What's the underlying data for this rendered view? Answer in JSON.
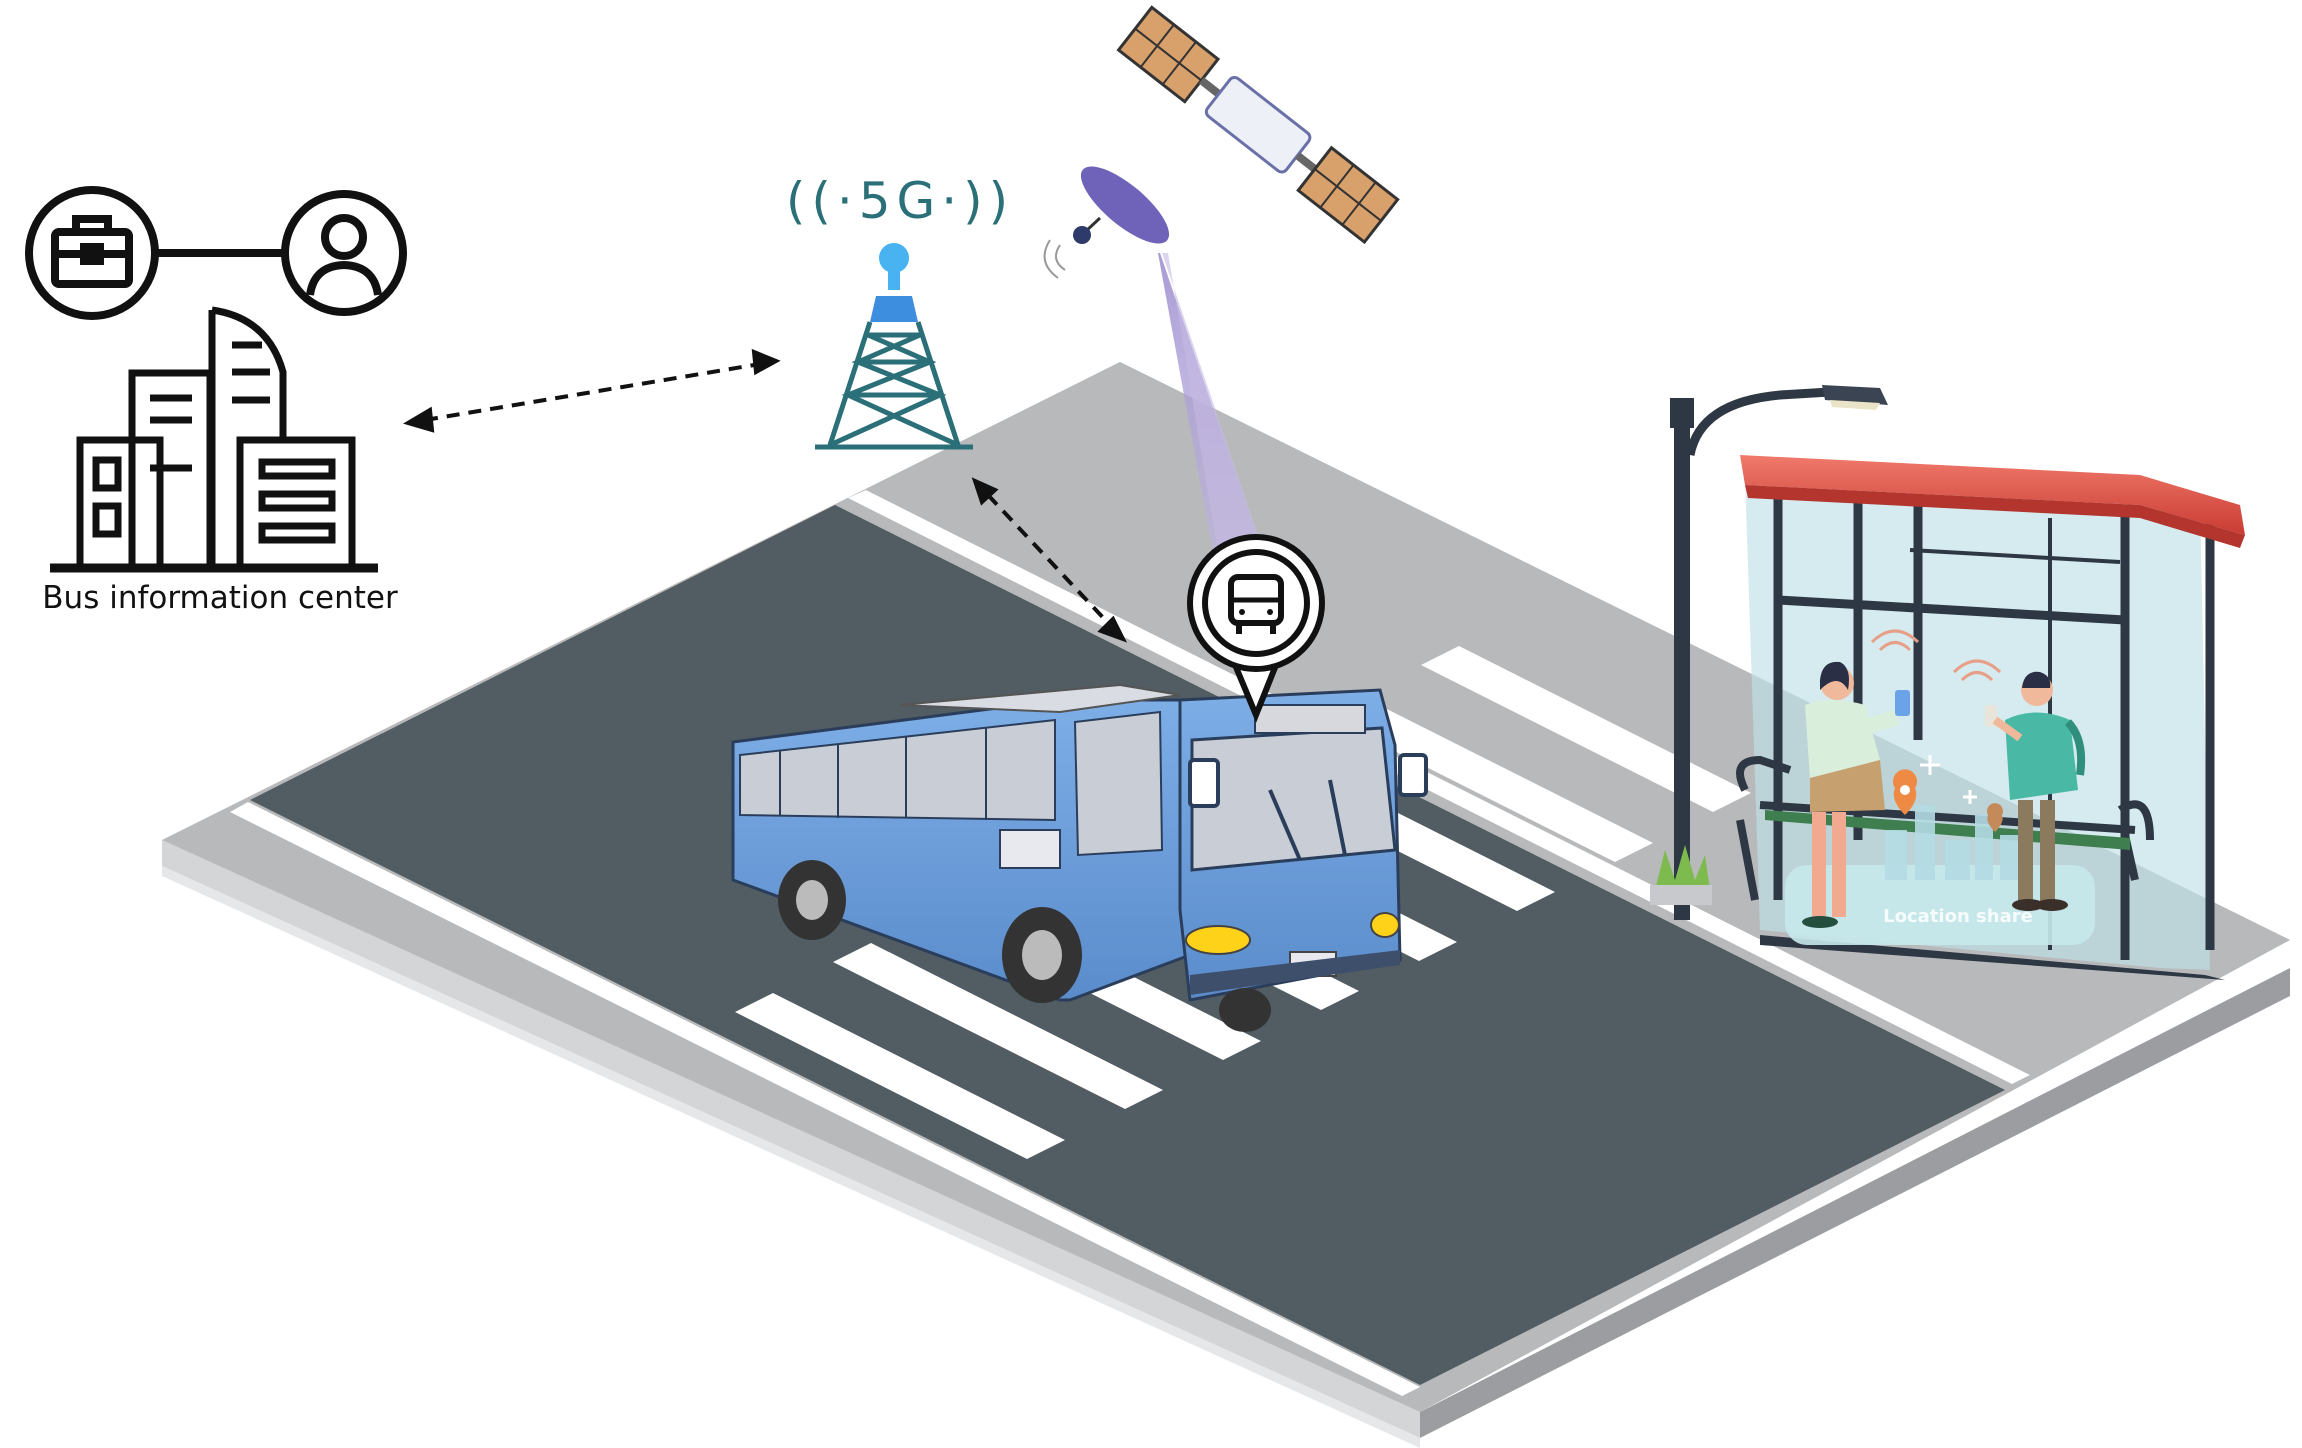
{
  "labels": {
    "bus_information_center": "Bus information center",
    "network": "((·5G·))",
    "location_share": "Location share"
  },
  "icons": [
    "briefcase-icon",
    "person-icon",
    "office-building-icon",
    "cell-tower-icon",
    "satellite-icon",
    "bus-location-pin-icon",
    "bus-icon",
    "street-lamp-icon",
    "bus-shelter-icon",
    "location-pin-icon",
    "wifi-signal-icon"
  ],
  "colors": {
    "road": "#525c63",
    "sidewalk": "#b8b9bb",
    "tower": "#2b6f78",
    "bus_body": "#6b9edb",
    "beam": "#b9a8d8",
    "shelter_roof": "#e0574a",
    "glass": "#bfe0e8"
  }
}
